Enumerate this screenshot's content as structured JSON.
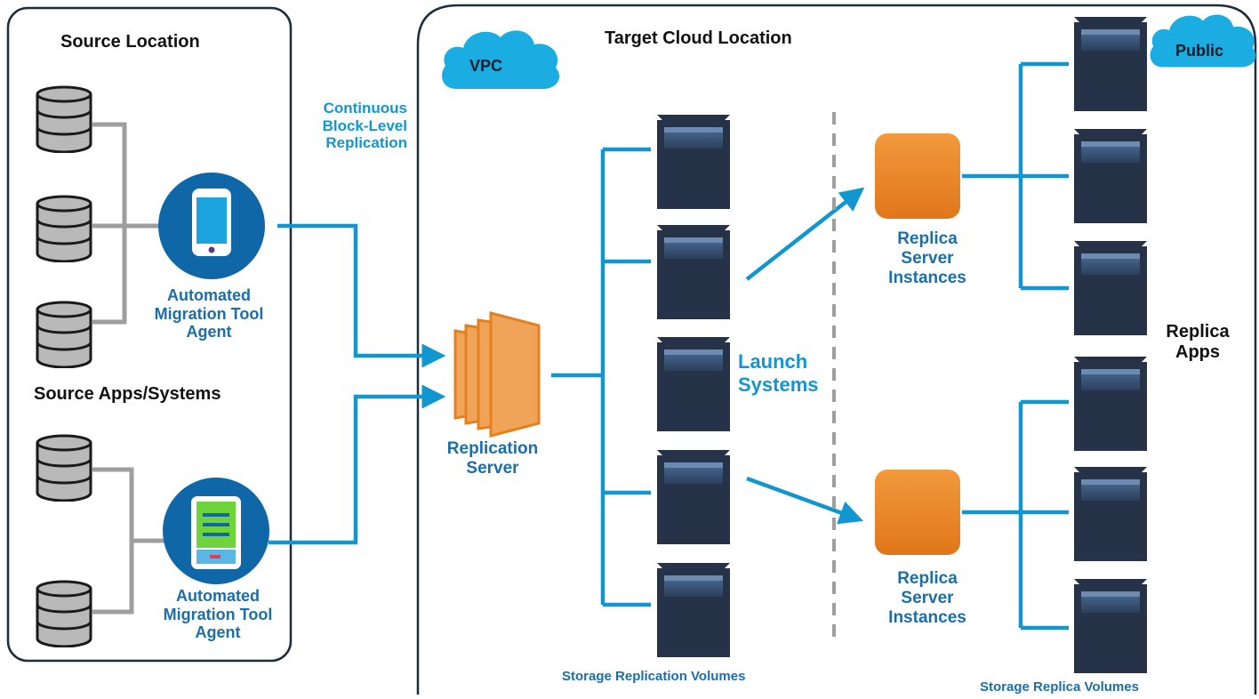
{
  "colors": {
    "frame": "#1c2b3e",
    "link_blue": "#1296d0",
    "gray_line": "#9e9e9e",
    "server_body": "#263247",
    "server_highlight": "#3d5a80",
    "orange": "#e5801f",
    "orange_light": "#f0a45a",
    "cloud": "#1bace2",
    "agent_circle": "#0f67a8",
    "label_blue": "#1b6ea8"
  },
  "source_panel": {
    "title": "Source Location",
    "apps_label": "Source Apps/Systems",
    "agent_top": {
      "line1": "Automated",
      "line2": "Migration Tool",
      "line3": "Agent",
      "icon": "smartphone-icon"
    },
    "agent_bottom": {
      "line1": "Automated",
      "line2": "Migration Tool",
      "line3": "Agent",
      "icon": "tablet-icon"
    },
    "database_icon": "database-icon"
  },
  "replication_note": {
    "line1": "Continuous",
    "line2": "Block-Level",
    "line3": "Replication"
  },
  "target_panel": {
    "title": "Target Cloud Location",
    "vpc_cloud": "VPC",
    "public_cloud": "Public",
    "replication_server": {
      "line1": "Replication",
      "line2": "Server"
    },
    "launch": {
      "line1": "Launch",
      "line2": "Systems"
    },
    "replica_instances_top": {
      "line1": "Replica",
      "line2": "Server",
      "line3": "Instances"
    },
    "replica_instances_bottom": {
      "line1": "Replica",
      "line2": "Server",
      "line3": "Instances"
    },
    "replica_apps": {
      "line1": "Replica",
      "line2": "Apps"
    },
    "storage_replication_volumes": "Storage Replication Volumes",
    "storage_replica_volumes": "Storage Replica Volumes"
  }
}
